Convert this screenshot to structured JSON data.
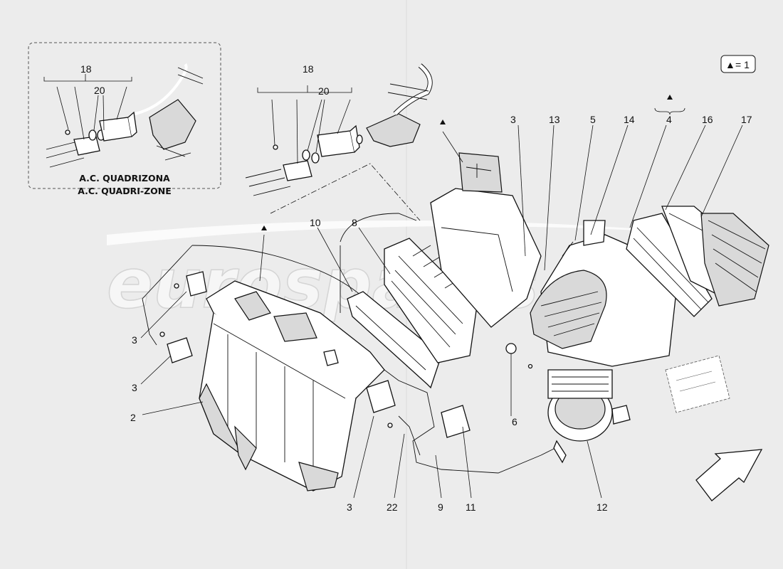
{
  "legend": {
    "symbol": "▲",
    "text": "= 1"
  },
  "inset": {
    "line1": "A.C. QUADRIZONA",
    "line2": "A.C. QUADRI-ZONE"
  },
  "watermark": "eurospares",
  "labels": {
    "inset_18": "18",
    "inset_20": "20",
    "main_18": "18",
    "main_20": "20",
    "l3_top": "3",
    "l13": "13",
    "l5": "5",
    "l14": "14",
    "l4": "4",
    "l16": "16",
    "l17": "17",
    "l10": "10",
    "l8": "8",
    "l3_left1": "3",
    "l3_left2": "3",
    "l2": "2",
    "l6": "6",
    "l3_bottom": "3",
    "l22": "22",
    "l9": "9",
    "l11": "11",
    "l12": "12"
  },
  "colors": {
    "background": "#ececec",
    "line": "#111111",
    "watermark": "#d4d4d4"
  }
}
